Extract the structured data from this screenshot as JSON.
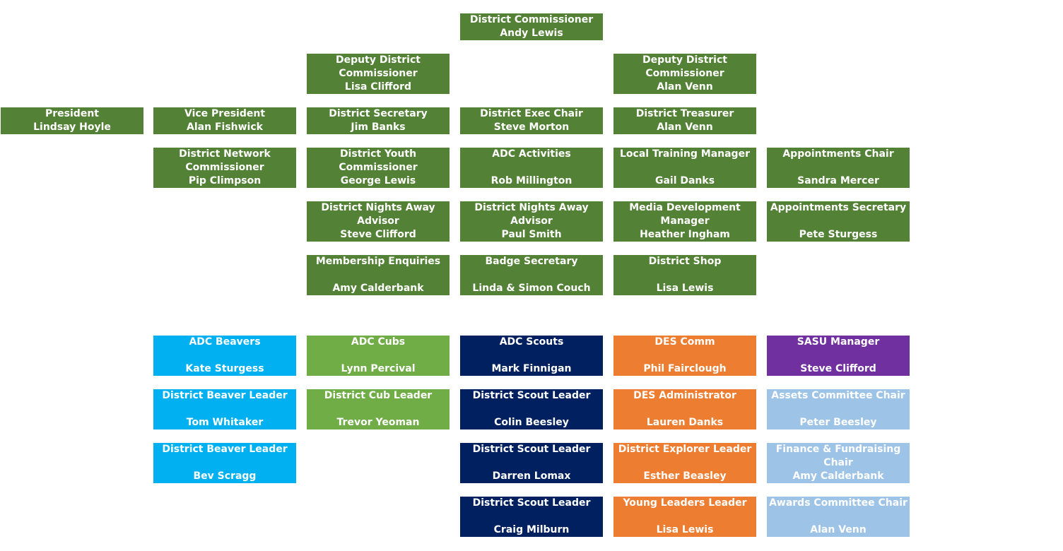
{
  "boxes": {
    "dc": {
      "title": "District Commissioner",
      "name": "Andy Lewis"
    },
    "ddc1": {
      "title": "Deputy District\nCommissioner",
      "name": "Lisa Clifford"
    },
    "ddc2": {
      "title": "Deputy District\nCommissioner",
      "name": "Alan Venn"
    },
    "president": {
      "title": "President",
      "name": "Lindsay Hoyle"
    },
    "vice_president": {
      "title": "Vice President",
      "name": "Alan Fishwick"
    },
    "secretary": {
      "title": "District Secretary",
      "name": "Jim Banks"
    },
    "exec_chair": {
      "title": "District Exec Chair",
      "name": "Steve Morton"
    },
    "treasurer": {
      "title": "District Treasurer",
      "name": "Alan Venn"
    },
    "network": {
      "title": "District Network\nCommissioner",
      "name": "Pip Climpson"
    },
    "youth": {
      "title": "District Youth\nCommissioner",
      "name": "George Lewis"
    },
    "adc_activities": {
      "title": "ADC Activities",
      "name": "Rob Millington"
    },
    "training": {
      "title": "Local Training Manager",
      "name": "Gail Danks"
    },
    "appt_chair": {
      "title": "Appointments Chair",
      "name": "Sandra Mercer"
    },
    "nights_away1": {
      "title": "District Nights Away\nAdvisor",
      "name": "Steve Clifford"
    },
    "nights_away2": {
      "title": "District Nights Away\nAdvisor",
      "name": "Paul Smith"
    },
    "media": {
      "title": "Media Development\nManager",
      "name": "Heather Ingham"
    },
    "appt_sec": {
      "title": "Appointments Secretary",
      "name": "Pete Sturgess"
    },
    "membership": {
      "title": "Membership Enquiries",
      "name": "Amy Calderbank"
    },
    "badge": {
      "title": "Badge Secretary",
      "name": "Linda & Simon Couch"
    },
    "shop": {
      "title": "District Shop",
      "name": "Lisa Lewis"
    },
    "adc_beavers": {
      "title": "ADC Beavers",
      "name": "Kate Sturgess"
    },
    "beaver1": {
      "title": "District Beaver Leader",
      "name": "Tom Whitaker"
    },
    "beaver2": {
      "title": "District Beaver Leader",
      "name": "Bev Scragg"
    },
    "adc_cubs": {
      "title": "ADC Cubs",
      "name": "Lynn Percival"
    },
    "cub1": {
      "title": "District Cub Leader",
      "name": "Trevor Yeoman"
    },
    "adc_scouts": {
      "title": "ADC Scouts",
      "name": "Mark Finnigan"
    },
    "scout1": {
      "title": "District Scout Leader",
      "name": "Colin Beesley"
    },
    "scout2": {
      "title": "District Scout Leader",
      "name": "Darren Lomax"
    },
    "scout3": {
      "title": "District Scout Leader",
      "name": "Craig Milburn"
    },
    "des_comm": {
      "title": "DES Comm",
      "name": "Phil Fairclough"
    },
    "des_admin": {
      "title": "DES Administrator",
      "name": "Lauren Danks"
    },
    "explorer": {
      "title": "District Explorer Leader",
      "name": "Esther Beasley"
    },
    "young_leaders": {
      "title": "Young Leaders Leader",
      "name": "Lisa Lewis"
    },
    "sasu": {
      "title": "SASU Manager",
      "name": "Steve Clifford"
    },
    "assets": {
      "title": "Assets Committee Chair",
      "name": "Peter Beesley"
    },
    "finance": {
      "title": "Finance & Fundraising\nChair",
      "name": "Amy Calderbank"
    },
    "awards": {
      "title": "Awards Committee Chair",
      "name": "Alan Venn"
    }
  },
  "colors": {
    "district_team": "#538135",
    "beavers": "#00b0f0",
    "cubs": "#70ad47",
    "scouts": "#002060",
    "explorers": "#ed7d31",
    "sasu": "#7030a0",
    "committees": "#9dc3e6"
  }
}
